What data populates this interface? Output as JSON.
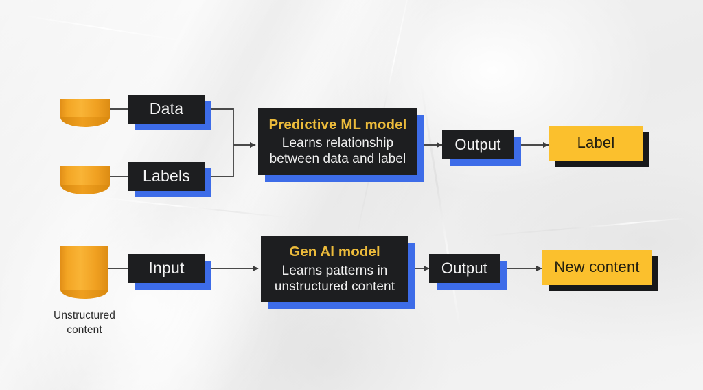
{
  "diagram": {
    "title": "Predictive ML model vs Gen AI model flow",
    "background_color": "#f1f1f1",
    "accent_yellow": "#fbc02d",
    "title_yellow": "#ecbb3b",
    "shadow_blue": "#3d6ce8",
    "shadow_black": "#17181a",
    "box_dark": "#1d1e20"
  },
  "predictive_row": {
    "sources": [
      {
        "name": "data-cylinder",
        "icon": "database-cylinder-icon"
      },
      {
        "name": "labels-cylinder",
        "icon": "database-cylinder-icon"
      }
    ],
    "data_box": {
      "label": "Data"
    },
    "labels_box": {
      "label": "Labels"
    },
    "model_box": {
      "title": "Predictive ML model",
      "desc_line1": "Learns relationship",
      "desc_line2": "between data and label"
    },
    "output_box": {
      "label": "Output"
    },
    "result_box": {
      "label": "Label"
    }
  },
  "genai_row": {
    "source": {
      "name": "unstructured-content-cylinder",
      "icon": "database-cylinder-icon",
      "caption_line1": "Unstructured",
      "caption_line2": "content"
    },
    "input_box": {
      "label": "Input"
    },
    "model_box": {
      "title": "Gen AI model",
      "desc_line1": "Learns patterns in",
      "desc_line2": "unstructured content"
    },
    "output_box": {
      "label": "Output"
    },
    "result_box": {
      "label": "New content"
    }
  }
}
